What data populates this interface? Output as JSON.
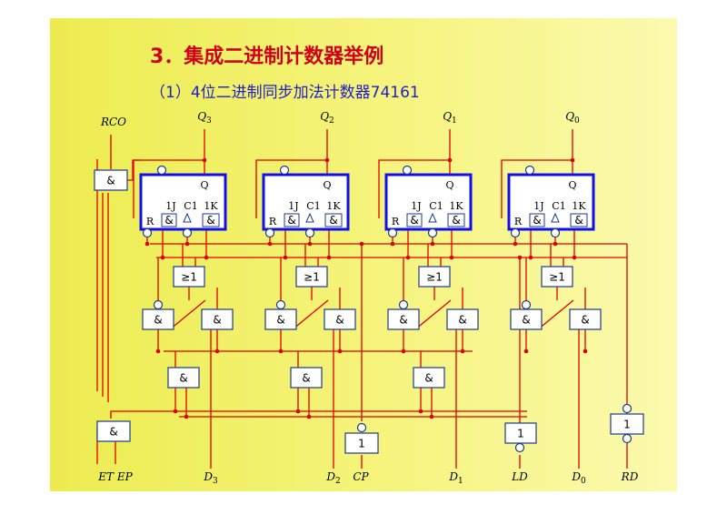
{
  "heading": "3．集成二进制计数器举例",
  "subheading": "（1）4位二进制同步加法计数器74161",
  "colors": {
    "wire": "#e00000",
    "block_border": "#1010ee",
    "gate_border": "#1a3a8a",
    "gate_fill": "#ffffff",
    "title": "#d0021b",
    "subtitle": "#2020c8"
  },
  "labels": {
    "rco": "RCO",
    "q_letter": "Q",
    "d_letter": "D",
    "q_subs": [
      "3",
      "2",
      "1",
      "0"
    ],
    "d_subs": [
      "3",
      "2",
      "1",
      "0"
    ],
    "et_ep": "ET EP",
    "cp": "CP",
    "ld": "LD",
    "rd": "RD"
  },
  "flipflop": {
    "q": "Q",
    "j": "1J",
    "c": "C1",
    "k": "1K",
    "r": "R",
    "and": "&"
  },
  "gates": {
    "and": "&",
    "or": "≥1",
    "buffer": "1"
  }
}
